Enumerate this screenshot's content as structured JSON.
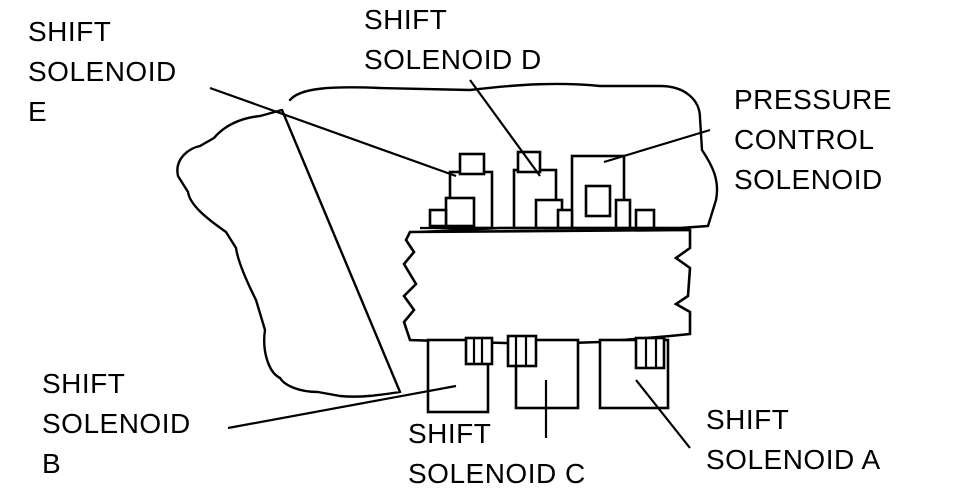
{
  "labels": {
    "shift_solenoid_e": [
      "SHIFT",
      "SOLENOID",
      "E"
    ],
    "shift_solenoid_d": [
      "SHIFT",
      "SOLENOID D"
    ],
    "pressure_control_solenoid": [
      "PRESSURE",
      "CONTROL",
      "SOLENOID"
    ],
    "shift_solenoid_b": [
      "SHIFT",
      "SOLENOID",
      "B"
    ],
    "shift_solenoid_c": [
      "SHIFT",
      "SOLENOID C"
    ],
    "shift_solenoid_a": [
      "SHIFT",
      "SOLENOID A"
    ]
  },
  "colors": {
    "ink": "#000000",
    "paper": "#ffffff"
  }
}
